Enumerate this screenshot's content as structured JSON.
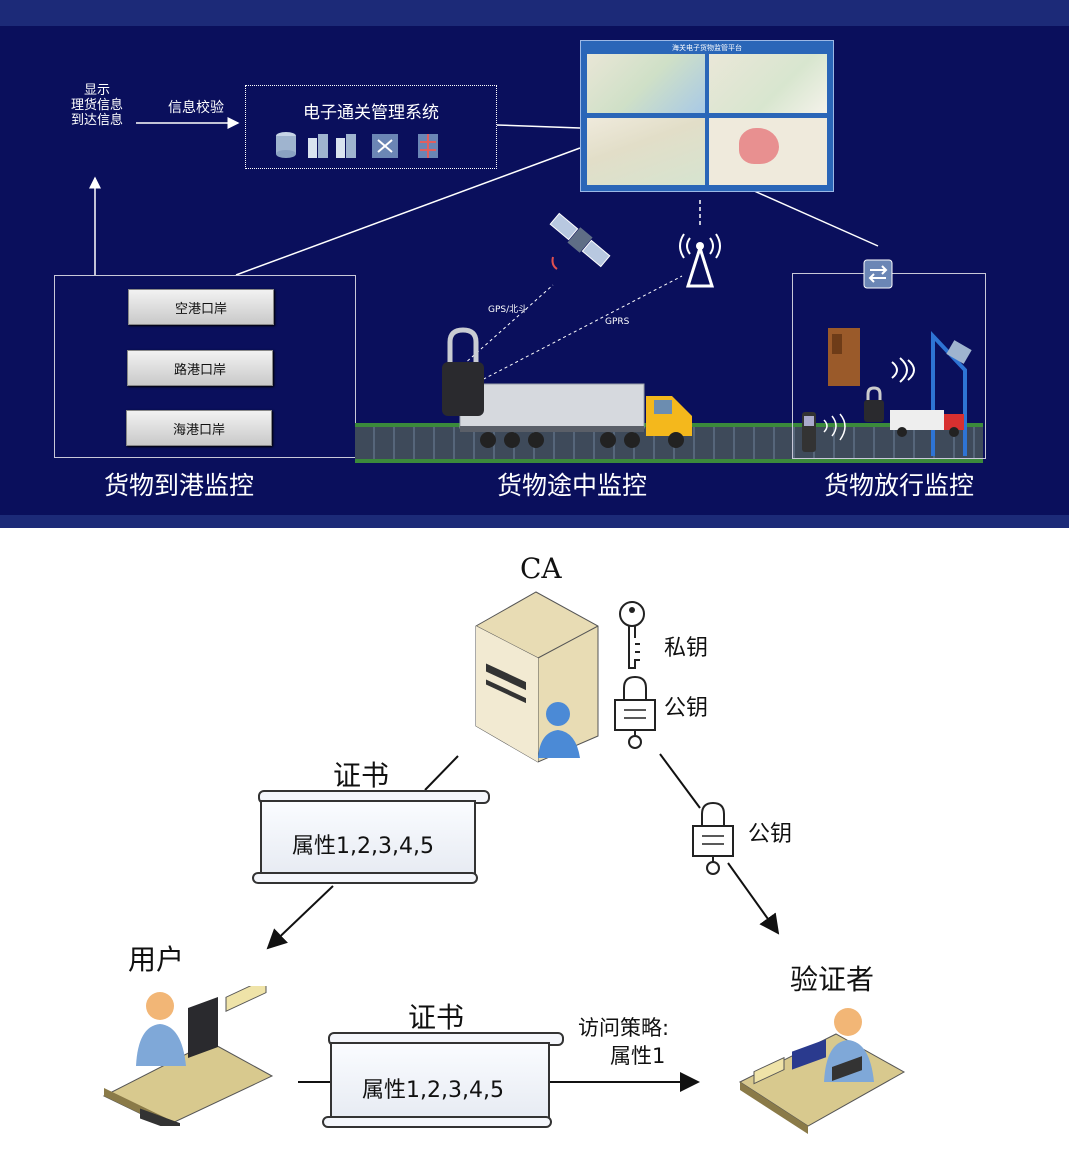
{
  "top": {
    "display_text": "显示\n理货信息\n到达信息",
    "info_check": "信息校验",
    "customs_system": "电子通关管理系统",
    "platform_title": "海关电子货物监管平台",
    "ports": [
      "空港口岸",
      "路港口岸",
      "海港口岸"
    ],
    "gps_label": "GPS/北斗",
    "gprs_label": "GPRS",
    "captions": [
      "货物到港监控",
      "货物途中监控",
      "货物放行监控"
    ],
    "colors": {
      "background": "#0a0f5c",
      "band": "#1c2a78"
    }
  },
  "bottom": {
    "ca_label": "CA",
    "private_key": "私钥",
    "public_key_1": "公钥",
    "public_key_2": "公钥",
    "certificate_title_1": "证书",
    "certificate_attrs_1": "属性1,2,3,4,5",
    "user_label": "用户",
    "verifier_label": "验证者",
    "certificate_title_2": "证书",
    "certificate_attrs_2": "属性1,2,3,4,5",
    "access_policy_line1": "访问策略:",
    "access_policy_line2": "属性1"
  }
}
